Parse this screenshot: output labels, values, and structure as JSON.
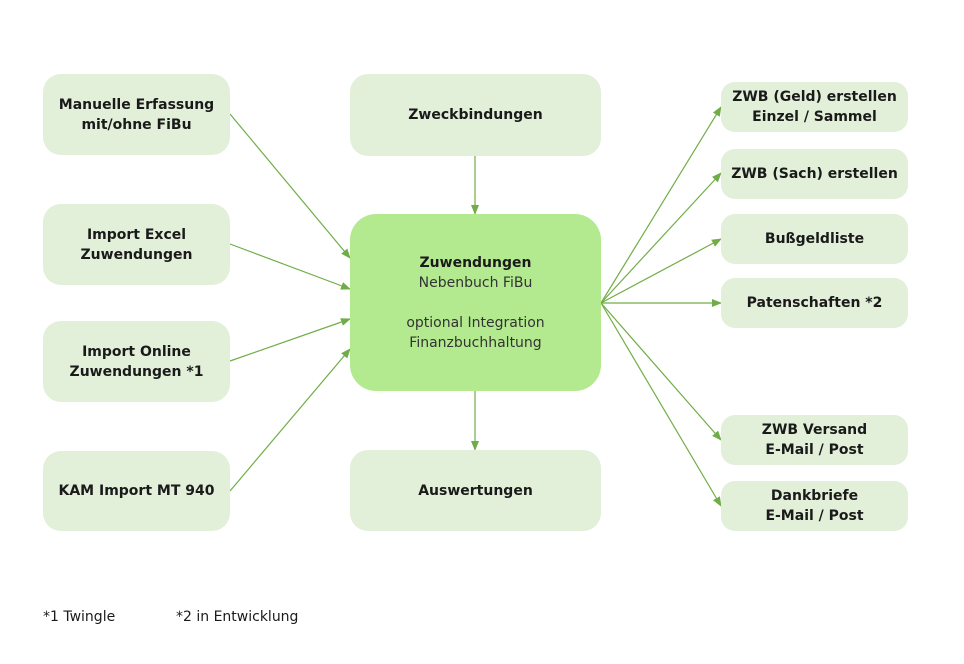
{
  "inputs": {
    "manual": "Manuelle Erfassung\nmit/ohne FiBu",
    "excel": "Import Excel\nZuwendungen",
    "online": "Import Online\nZuwendungen *1",
    "kam": "KAM Import MT 940"
  },
  "top_node": "Zweckbindungen",
  "center": {
    "title": "Zuwendungen",
    "line2": "Nebenbuch FiBu",
    "line3": "optional Integration",
    "line4": "Finanzbuchhaltung"
  },
  "bottom_node": "Auswertungen",
  "outputs": {
    "zwb_geld": "ZWB (Geld) erstellen\nEinzel / Sammel",
    "zwb_sach": "ZWB (Sach) erstellen",
    "bussgeld": "Bußgeldliste",
    "paten": "Patenschaften *2",
    "versand": "ZWB Versand\nE-Mail / Post",
    "dankbriefe": "Dankbriefe\nE-Mail / Post"
  },
  "footnotes": {
    "note1": "*1 Twingle",
    "note2": "*2 in Entwicklung"
  },
  "colors": {
    "node_fill": "#e2efd9",
    "center_fill": "#b3ea8f",
    "arrow": "#70ad47"
  }
}
